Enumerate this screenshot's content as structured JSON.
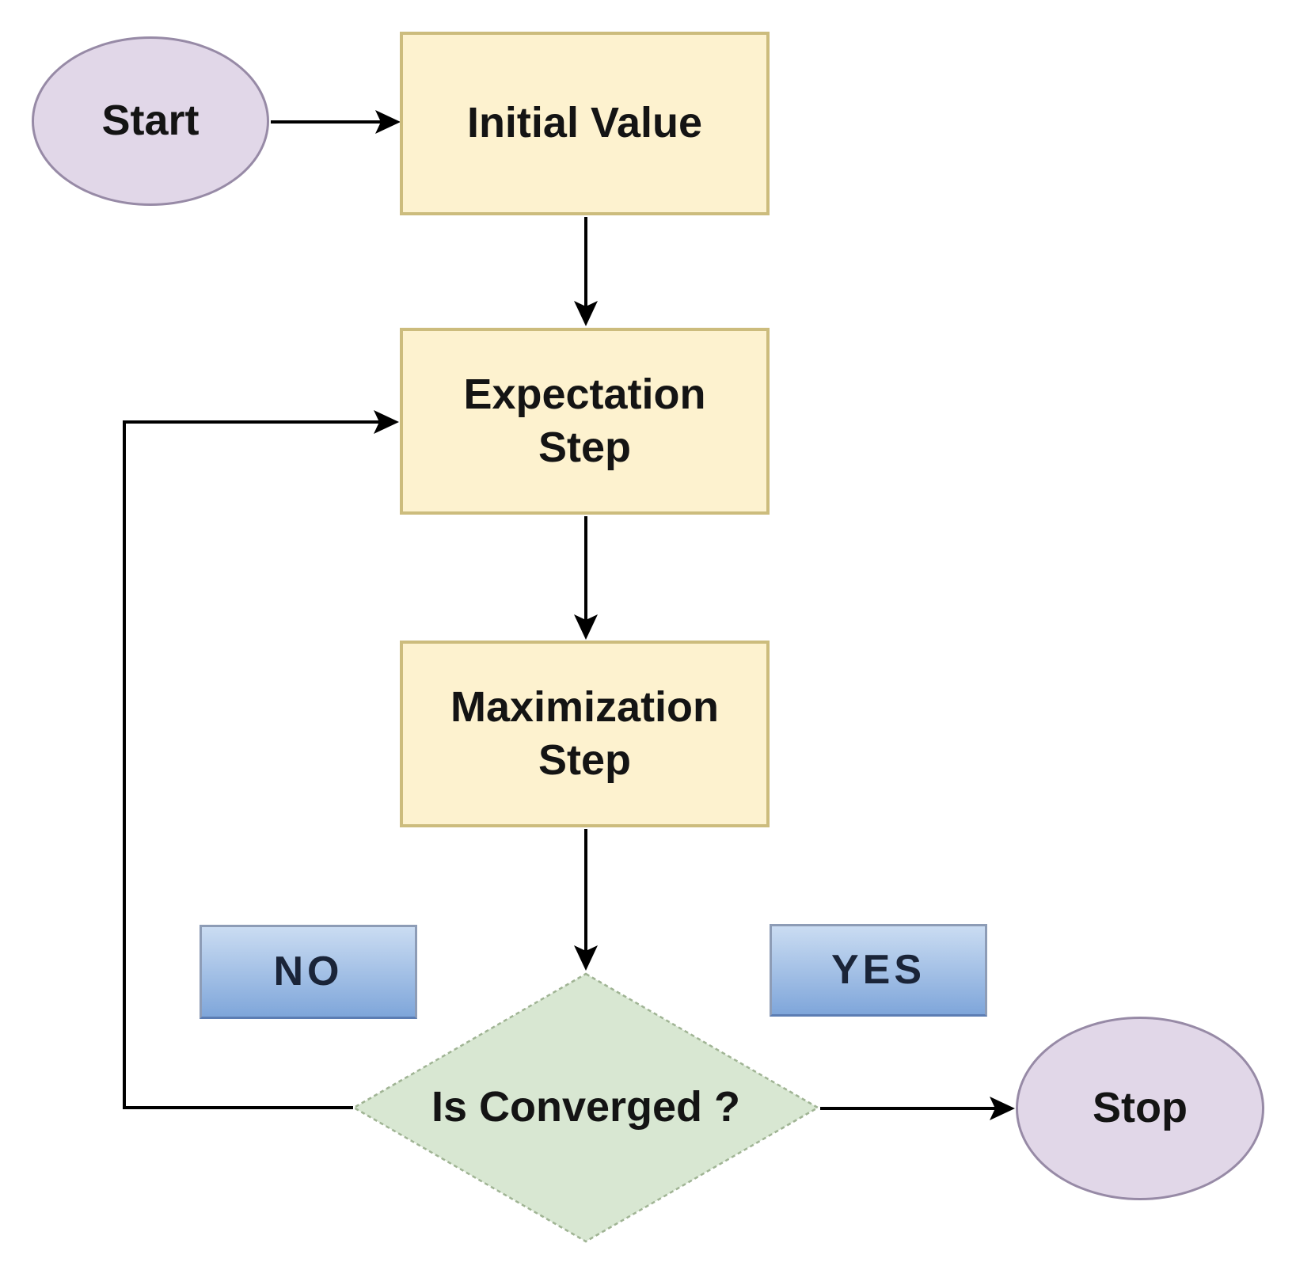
{
  "nodes": {
    "start": "Start",
    "initial_value": "Initial Value",
    "expectation_step": "Expectation Step",
    "maximization_step": "Maximization Step",
    "decision": "Is Converged ?",
    "no_label": "NO",
    "yes_label": "YES",
    "stop": "Stop"
  },
  "colors": {
    "terminal_fill": "#e1d7e8",
    "terminal_border": "#978aa6",
    "process_fill": "#fdf2cf",
    "process_border": "#ccbc7d",
    "decision_fill": "#d8e7d2",
    "decision_border": "#a0b494",
    "branch_top": "#cadcf2",
    "branch_bottom": "#7fa6da",
    "arrow": "#000000"
  }
}
